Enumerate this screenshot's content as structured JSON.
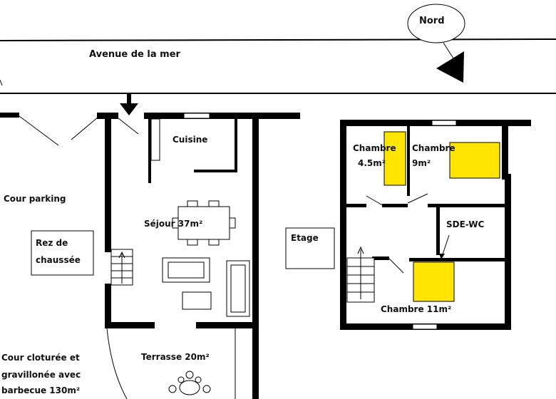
{
  "labels": {
    "north": "Nord",
    "street": "Avenue de la mer",
    "kitchen": "Cuisine",
    "parking": "Cour parking",
    "ground_floor_line1": "Rez de",
    "ground_floor_line2": "chaussée",
    "living": "Séjour 37m²",
    "terrace": "Terrasse 20m²",
    "yard_line1": "Cour cloturée et",
    "yard_line2": "gravillonée avec",
    "yard_line3": "barbecue  130m²",
    "upper_floor": "Etage",
    "bedroom1_line1": "Chambre",
    "bedroom1_line2": "4.5m²",
    "bedroom2_line1": "Chambre",
    "bedroom2_line2": "9m²",
    "bathroom": "SDE-WC",
    "bedroom3": "Chambre 11m²"
  },
  "colors": {
    "wall": "#000000",
    "bed": "#ffe500",
    "background": "#ffffff"
  }
}
